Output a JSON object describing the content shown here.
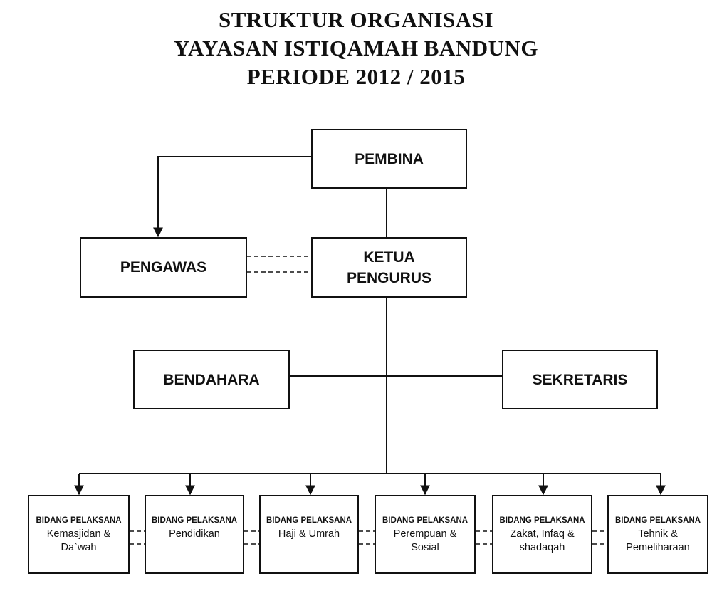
{
  "title": {
    "line1": "STRUKTUR ORGANISASI",
    "line2": "YAYASAN ISTIQAMAH BANDUNG",
    "line3": "PERIODE 2012 / 2015"
  },
  "boxes": {
    "pembina": "PEMBINA",
    "pengawas": "PENGAWAS",
    "ketua_line1": "KETUA",
    "ketua_line2": "PENGURUS",
    "bendahara": "BENDAHARA",
    "sekretaris": "SEKRETARIS"
  },
  "units": [
    {
      "heading": "BIDANG PELAKSANA",
      "name_line1": "Kemasjidan &",
      "name_line2": "Da`wah"
    },
    {
      "heading": "BIDANG PELAKSANA",
      "name_line1": "Pendidikan",
      "name_line2": ""
    },
    {
      "heading": "BIDANG PELAKSANA",
      "name_line1": "Haji & Umrah",
      "name_line2": ""
    },
    {
      "heading": "BIDANG PELAKSANA",
      "name_line1": "Perempuan &",
      "name_line2": "Sosial"
    },
    {
      "heading": "BIDANG PELAKSANA",
      "name_line1": "Zakat, Infaq &",
      "name_line2": "shadaqah"
    },
    {
      "heading": "BIDANG PELAKSANA",
      "name_line1": "Tehnik &",
      "name_line2": "Pemeliharaan"
    }
  ],
  "colors": {
    "line": "#111111",
    "box_border": "#111111",
    "background": "#ffffff"
  }
}
